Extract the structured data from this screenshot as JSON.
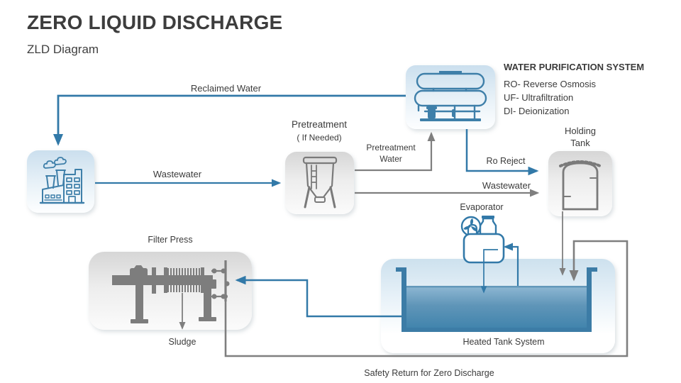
{
  "slide": {
    "title": "ZERO LIQUID DISCHARGE",
    "subtitle": "ZLD Diagram"
  },
  "colors": {
    "flow_blue": "#3279a8",
    "flow_gray": "#7f7f7f",
    "icon_blue": "#3e7fa9",
    "icon_gray": "#7a7a7a",
    "water_top": "#8fb8d3",
    "water_bottom": "#3f83ac"
  },
  "nodes": {
    "factory": {
      "icon": "factory-icon"
    },
    "pretreatment": {
      "label": "Pretreatment",
      "note": "( If Needed)",
      "icon": "hopper-tank-icon"
    },
    "purification": {
      "heading": "WATER PURIFICATION SYSTEM",
      "lines": [
        "RO- Reverse Osmosis",
        "UF- Ultrafiltration",
        "DI- Deionization"
      ],
      "icon": "purifier-machine-icon"
    },
    "holding_tank": {
      "label": "Holding\nTank",
      "icon": "storage-tank-icon"
    },
    "evaporator": {
      "label": "Evaporator",
      "icon": "evaporator-icon"
    },
    "heated_tank": {
      "label": "Heated Tank System"
    },
    "filter_press": {
      "label": "Filter Press",
      "output_label": "Sludge",
      "icon": "filter-press-icon"
    }
  },
  "flows": {
    "reclaimed_water": {
      "label": "Reclaimed Water"
    },
    "wastewater_to_pretreatment": {
      "label": "Wastewater"
    },
    "pretreatment_water": {
      "label": "Pretreatment\nWater"
    },
    "ro_reject": {
      "label": "Ro Reject"
    },
    "wastewater_to_holding": {
      "label": "Wastewater"
    },
    "safety_return": {
      "label": "Safety Return for Zero Discharge"
    }
  }
}
